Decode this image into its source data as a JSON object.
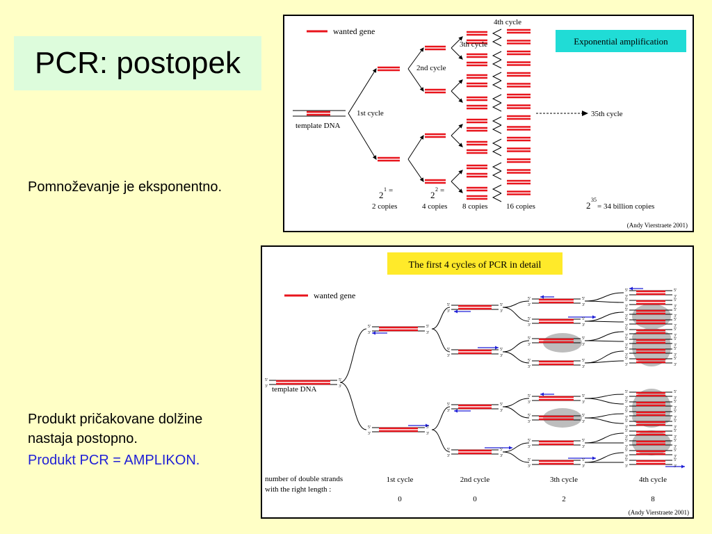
{
  "slide": {
    "title": "PCR: postopek",
    "text1": "Pomnoževanje je eksponentno.",
    "text2_line1": "Produkt pričakovane dolžine",
    "text2_line2": "nastaja postopno.",
    "text2_line3": "Produkt PCR = AMPLIKON."
  },
  "figure1": {
    "legend": "wanted gene",
    "badge": "Exponential amplification",
    "template": "template DNA",
    "cycle1": "1st cycle",
    "cycle2": "2nd cycle",
    "cycle3": "3th cycle",
    "cycle4": "4th cycle",
    "cycle35": "35th cycle",
    "base1": "2",
    "exp1": "1",
    "eq1": "=",
    "copies2": "2 copies",
    "base2": "2",
    "exp2": "2",
    "eq2": "=",
    "copies4": "4 copies",
    "copies8": "8 copies",
    "copies16": "16 copies",
    "base35": "2",
    "exp35": "35",
    "copies35": "= 34 billion copies",
    "credit": "(Andy Vierstraete 2001)"
  },
  "figure2": {
    "banner": "The first 4 cycles of PCR in detail",
    "legend": "wanted gene",
    "template": "template DNA",
    "prime5": "5'",
    "prime3": "3'",
    "count_label_line1": "number of double strands",
    "count_label_line2": "with the right length :",
    "cycles": [
      {
        "label": "1st cycle",
        "count": "0"
      },
      {
        "label": "2nd cycle",
        "count": "0"
      },
      {
        "label": "3th cycle",
        "count": "2"
      },
      {
        "label": "4th cycle",
        "count": "8"
      }
    ],
    "credit": "(Andy Vierstraete 2001)"
  },
  "colors": {
    "background": "#ffffc6",
    "title_box": "#ddfcdc",
    "gene": "#e8141c",
    "primer": "#1f1fd6",
    "badge": "#20dcd6",
    "banner": "#ffea2a",
    "ellipse": "#bdbdbd"
  }
}
